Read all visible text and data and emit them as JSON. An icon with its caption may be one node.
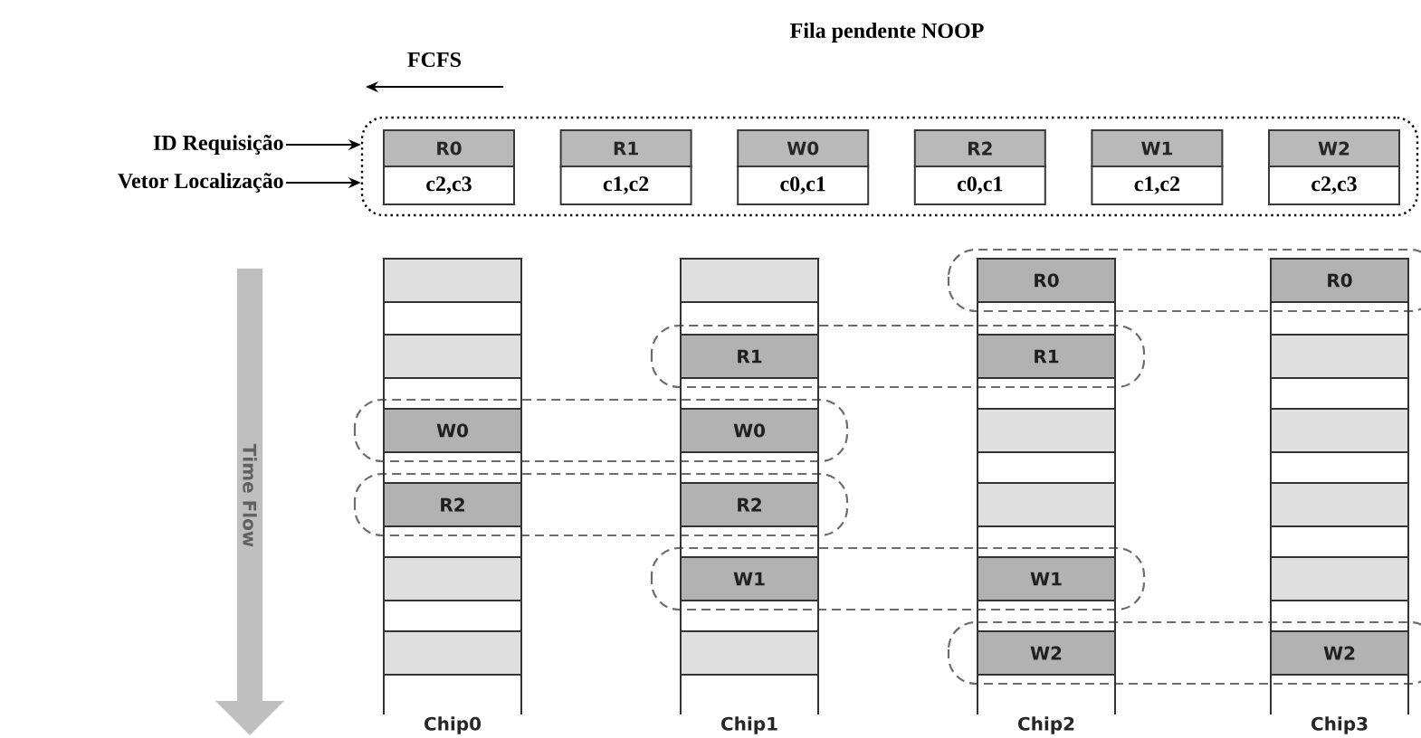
{
  "diagram": {
    "title": "Fila pendente NOOP",
    "nodes": [
      {
        "text": [
          "ID Requisição"
        ]
      },
      {
        "text": [
          "Vetor Localização"
        ]
      },
      {
        "text": [],
        "shape": "box"
      },
      {
        "text": [
          "R0",
          "c2,c3"
        ],
        "in": 2
      },
      {
        "text": [
          "R1",
          "c1,c2"
        ],
        "in": 2
      },
      {
        "text": [
          "W0",
          "c0,c1"
        ],
        "in": 2
      },
      {
        "text": [
          "R2",
          "c0,c1"
        ],
        "in": 2
      },
      {
        "text": [
          "W1",
          "c1,c2"
        ],
        "in": 2
      },
      {
        "text": [
          "W2",
          "c2,c3"
        ],
        "in": 2
      },
      {
        "text": [
          "Time Flow"
        ]
      },
      {
        "text": [],
        "shape": "box",
        "beside": [
          "Chip0"
        ]
      },
      {
        "text": [],
        "shape": "box",
        "in": 10
      },
      {
        "text": [],
        "shape": "box",
        "in": 10
      },
      {
        "text": [
          "W0"
        ],
        "in": 10
      },
      {
        "text": [
          "R2"
        ],
        "in": 10
      },
      {
        "text": [],
        "shape": "box",
        "in": 10
      },
      {
        "text": [],
        "shape": "box",
        "in": 10
      },
      {
        "text": [],
        "shape": "box",
        "beside": [
          "Chip1"
        ]
      },
      {
        "text": [],
        "shape": "box",
        "in": 17
      },
      {
        "text": [
          "R1"
        ],
        "in": 17
      },
      {
        "text": [
          "W0"
        ],
        "in": 17
      },
      {
        "text": [
          "R2"
        ],
        "in": 17
      },
      {
        "text": [
          "W1"
        ],
        "in": 17
      },
      {
        "text": [],
        "shape": "box",
        "in": 17
      },
      {
        "text": [],
        "shape": "box",
        "beside": [
          "Chip2"
        ]
      },
      {
        "text": [
          "R0"
        ],
        "in": 24
      },
      {
        "text": [
          "R1"
        ],
        "in": 24
      },
      {
        "text": [],
        "shape": "box",
        "in": 24
      },
      {
        "text": [],
        "shape": "box",
        "in": 24
      },
      {
        "text": [
          "W1"
        ],
        "in": 24
      },
      {
        "text": [
          "W2"
        ],
        "in": 24
      },
      {
        "text": [],
        "shape": "box",
        "beside": [
          "Chip3"
        ]
      },
      {
        "text": [
          "R0"
        ],
        "in": 31
      },
      {
        "text": [],
        "shape": "box",
        "in": 31
      },
      {
        "text": [],
        "shape": "box",
        "in": 31
      },
      {
        "text": [],
        "shape": "box",
        "in": 31
      },
      {
        "text": [],
        "shape": "box",
        "in": 31
      },
      {
        "text": [
          "W2"
        ],
        "in": 31
      }
    ],
    "edges": [
      {
        "from": 0,
        "to": 2,
        "arrow": "to"
      },
      {
        "from": 1,
        "to": 2,
        "arrow": "to"
      }
    ],
    "labels": [
      "FCFS"
    ]
  }
}
